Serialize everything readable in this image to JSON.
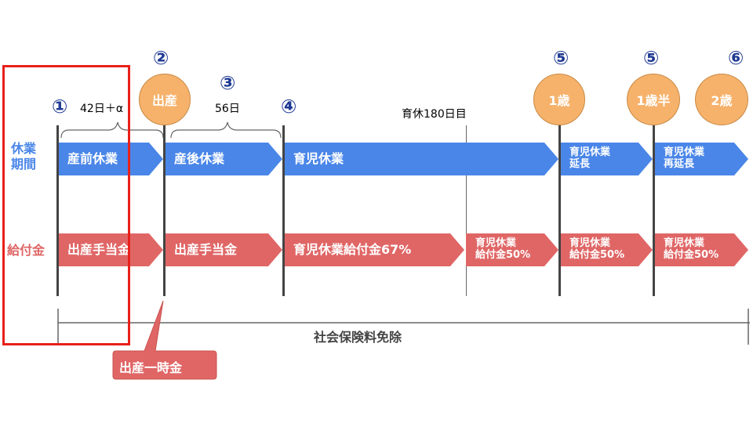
{
  "markers": {
    "m1": "①",
    "m2": "②",
    "m3": "③",
    "m4": "④",
    "m5a": "⑤",
    "m5b": "⑤",
    "m6": "⑥"
  },
  "circles": {
    "birth": "出産",
    "age1": "1歳",
    "age1_5": "1歳半",
    "age2": "2歳"
  },
  "labels": {
    "prenatal_days": "42日＋α",
    "postnatal_days": "56日",
    "day180": "育休180日目",
    "social_insurance": "社会保険料免除"
  },
  "side": {
    "leave_period": "休業\n期間",
    "benefit": "給付金"
  },
  "leave_row": {
    "prenatal": "産前休業",
    "postnatal": "産後休業",
    "childcare": "育児休業",
    "extension": "育児休業\n延長",
    "re_extension": "育児休業\n再延長"
  },
  "benefit_row": {
    "maternity1": "出産手当金",
    "maternity2": "出産手当金",
    "childcare67": "育児休業給付金67%",
    "childcare50a": "育児休業\n給付金50%",
    "childcare50b": "育児休業\n給付金50%",
    "childcare50c": "育児休業\n給付金50%"
  },
  "callout": "出産一時金",
  "colors": {
    "blue": "#4a86e8",
    "red": "#e06666",
    "orange": "#f6b26b",
    "highlight": "#e8201a",
    "marker": "#1f3a93"
  }
}
